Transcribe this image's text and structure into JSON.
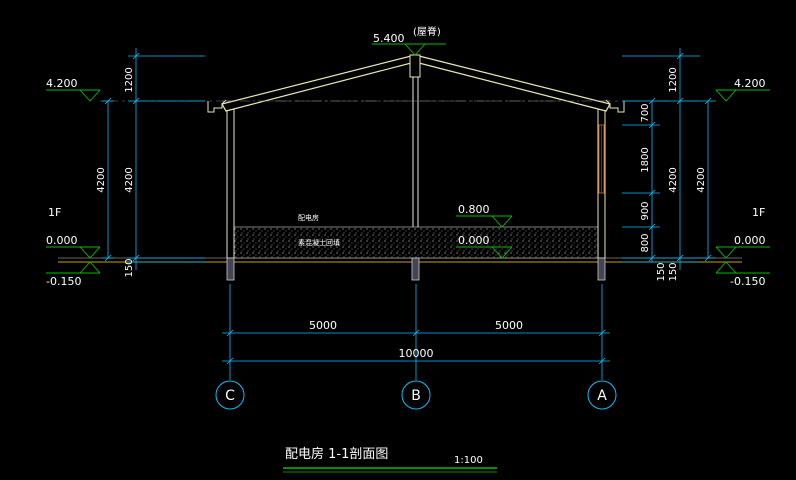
{
  "drawing": {
    "title": "配电房 1-1剖面图",
    "scale": "1:100"
  },
  "elevations": {
    "ridge": "5.400",
    "ridge_note": "(屋脊)",
    "eave_left": "4.200",
    "eave_right": "4.200",
    "floor_left": "0.000",
    "floor_right": "0.000",
    "ground_left": "-0.150",
    "ground_right": "-0.150",
    "window_sill": "0.800",
    "interior_floor": "0.000"
  },
  "floor_labels": {
    "left": "1F",
    "right": "1F"
  },
  "room_labels": {
    "room": "配电房",
    "slab": "素混凝土回填"
  },
  "dimensions": {
    "left_top": "1200",
    "left_mid": "4200",
    "left_bottom": "150",
    "right_top": "1200",
    "right_a": "700",
    "right_b": "1800",
    "right_c": "900",
    "right_d": "800",
    "right_mid": "4200",
    "right_bottom_a": "150",
    "right_bottom_b": "150",
    "span_cb": "5000",
    "span_ba": "5000",
    "total": "10000"
  },
  "axes": {
    "c": "C",
    "b": "B",
    "a": "A"
  },
  "colors": {
    "background": "#000000",
    "dimension": "#00bfff",
    "level": "#00c000",
    "wall": "#e8e8b0",
    "text": "#ffffff",
    "ground": "#c8a000",
    "window": "#c05000"
  }
}
